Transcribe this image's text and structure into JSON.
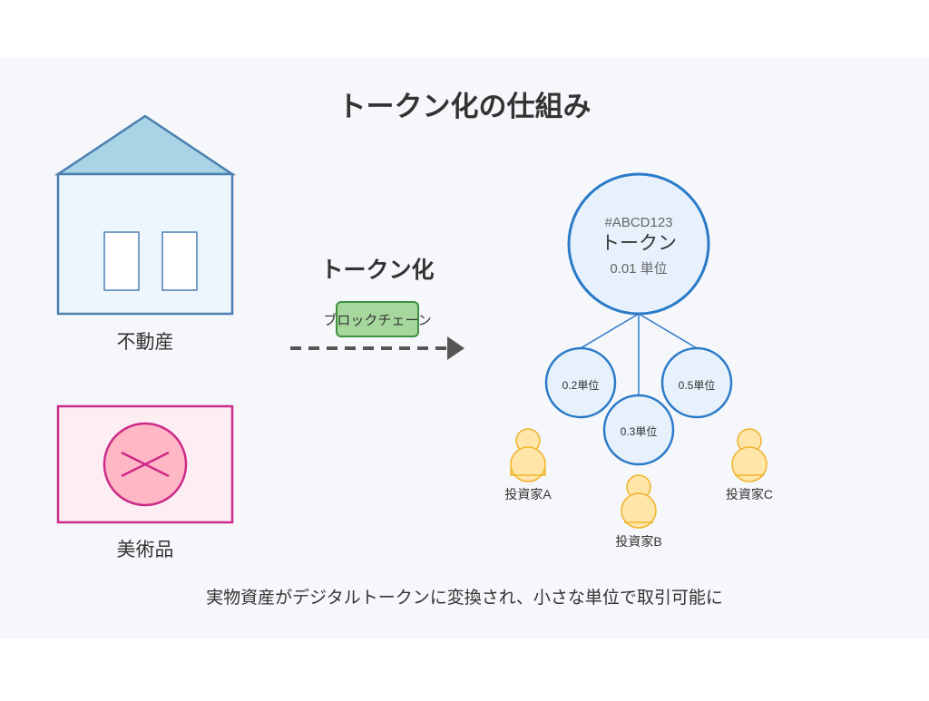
{
  "title": "トークン化の仕組み",
  "assets": {
    "real_estate_label": "不動産",
    "artwork_label": "美術品"
  },
  "process": {
    "label": "トークン化",
    "blockchain_label": "ブロックチェーン"
  },
  "token": {
    "id": "#ABCD123",
    "name": "トークン",
    "unit": "0.01 単位"
  },
  "fractions": [
    {
      "label": "0.2単位"
    },
    {
      "label": "0.3単位"
    },
    {
      "label": "0.5単位"
    }
  ],
  "investors": [
    {
      "label": "投資家A"
    },
    {
      "label": "投資家B"
    },
    {
      "label": "投資家C"
    }
  ],
  "caption": "実物資産がデジタルトークンに変換され、小さな単位で取引可能に",
  "colors": {
    "panel_bg": "#f5f7fa",
    "house_stroke": "#4a7fb0",
    "house_roof": "#a8d4e6",
    "house_body": "#eef6fd",
    "art_stroke": "#cc2b8a",
    "art_bg": "#fdeef3",
    "art_circle": "#ffb6c5",
    "blockchain_fill": "#a6d89d",
    "blockchain_stroke": "#3f9140",
    "token_fill": "#e6f1fb",
    "token_stroke": "#2a7ac8",
    "investor_fill": "#ffe6a8",
    "investor_stroke": "#f0b22a",
    "arrow": "#555555"
  }
}
